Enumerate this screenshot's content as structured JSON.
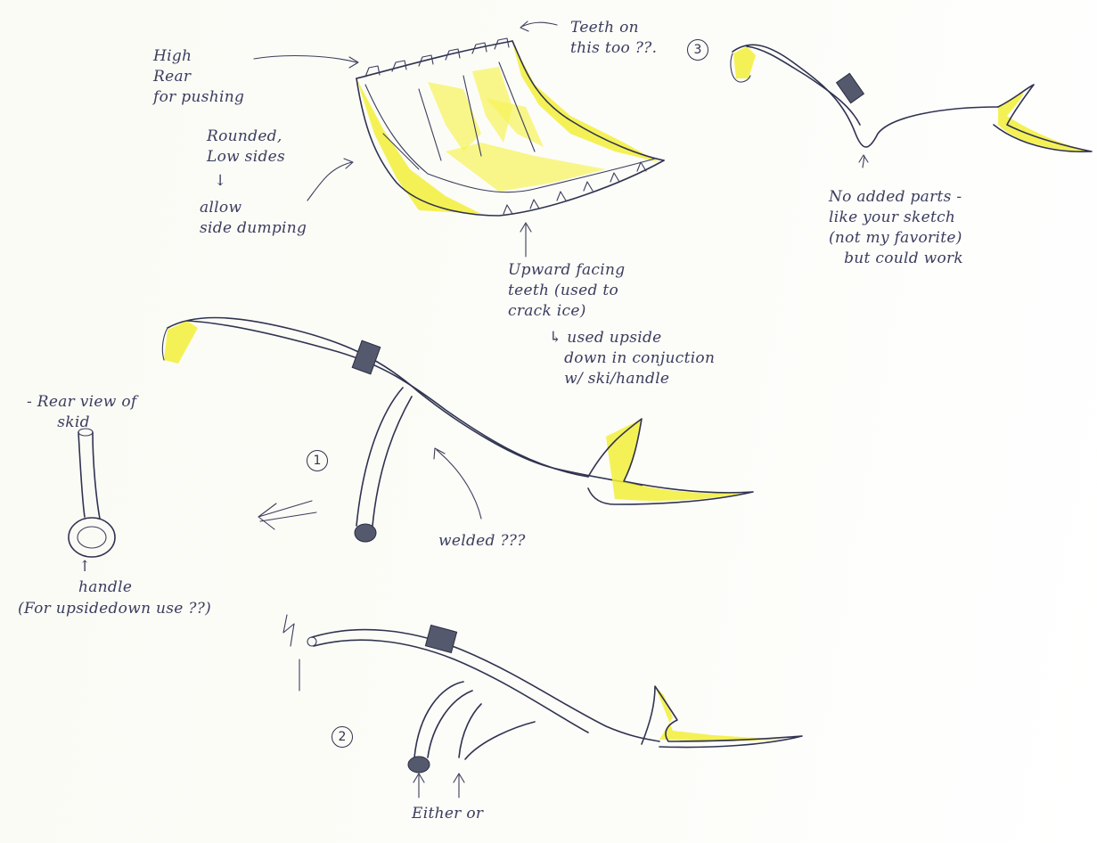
{
  "notes": {
    "teeth_on_this": "Teeth on\nthis too ??.",
    "high_rear": "High\nRear\nfor pushing",
    "rounded_sides": "Rounded,\nLow sides",
    "side_arrow": "↓",
    "allow_dumping": "allow\nside dumping",
    "upward_teeth": "Upward facing\nteeth (used to\ncrack ice)",
    "upside_down": "↳ used upside\n   down in conjuction\n   w/ ski/handle",
    "no_added_parts": "No added parts -\nlike your sketch\n(not my favorite)\n   but could work",
    "rear_view": "- Rear view of\n      skid",
    "welded": "welded ???",
    "handle": "↑\nhandle",
    "for_upsidedown": "(For upsidedown use ??)",
    "either_or": "Either or"
  },
  "numbers": {
    "one": "1",
    "two": "2",
    "three": "3"
  },
  "colors": {
    "ink": "#2f3350",
    "highlight": "#f2ee3a",
    "paper": "#fbfbf7"
  }
}
